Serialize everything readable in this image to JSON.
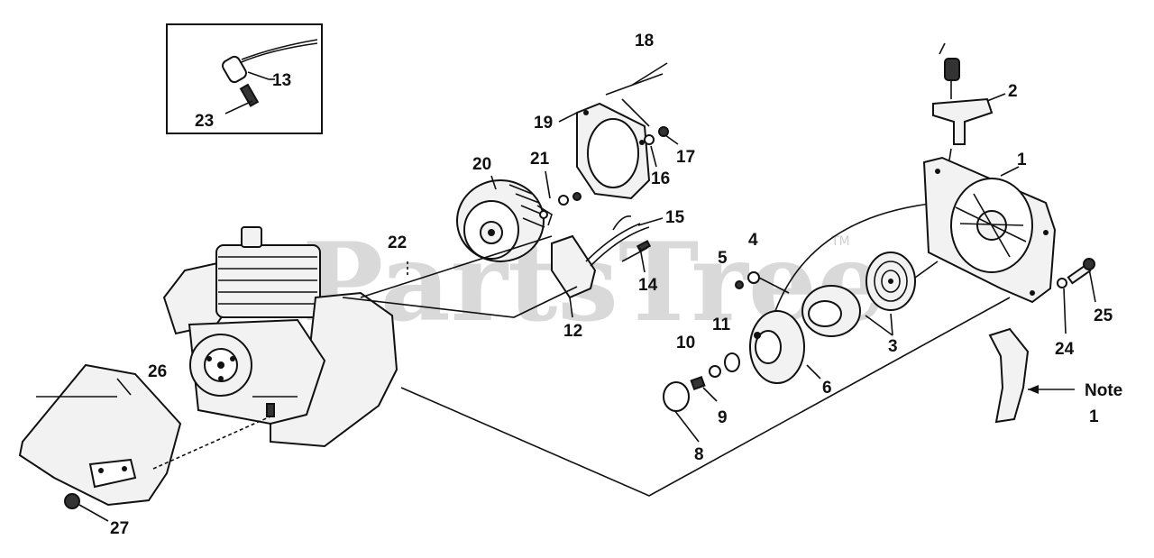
{
  "watermark": {
    "text": "PartsTree",
    "tm": "TM"
  },
  "callouts": {
    "c1": "1",
    "c2": "2",
    "c3": "3",
    "c4": "4",
    "c5": "5",
    "c6": "6",
    "c8": "8",
    "c9": "9",
    "c10": "10",
    "c11": "11",
    "c12": "12",
    "c13": "13",
    "c14": "14",
    "c15": "15",
    "c16": "16",
    "c17": "17",
    "c18": "18",
    "c19": "19",
    "c20": "20",
    "c21": "21",
    "c22": "22",
    "c23": "23",
    "c24": "24",
    "c25": "25",
    "c26": "26",
    "c27": "27"
  },
  "note": {
    "word": "Note",
    "number": "1"
  }
}
